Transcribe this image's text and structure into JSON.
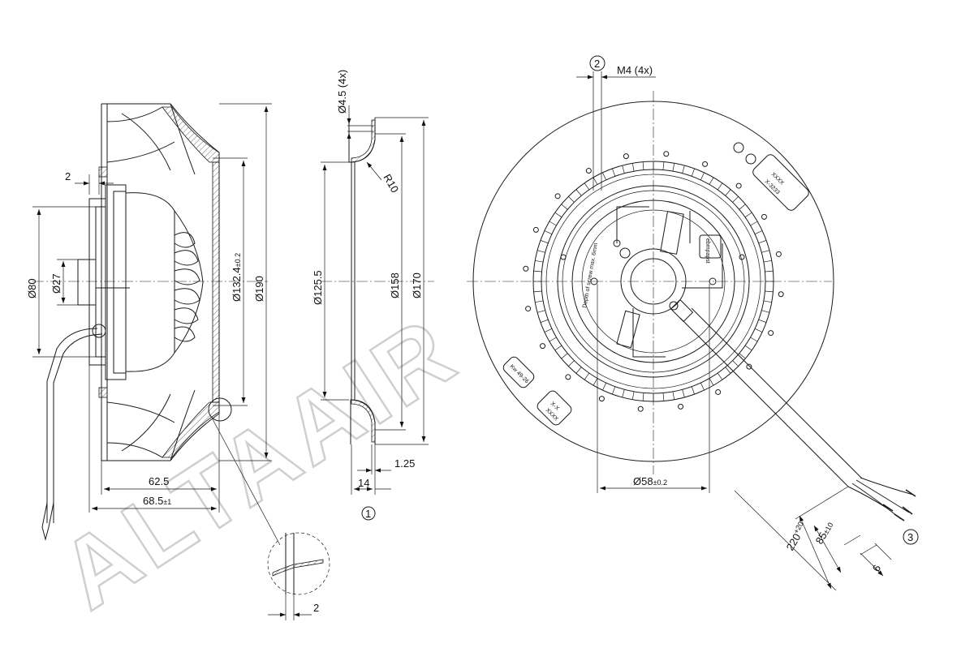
{
  "watermark": "ALTAAIR",
  "side_view": {
    "dim_flange_thickness": "2",
    "dim_shaft_dia": "Ø80",
    "dim_hub_dia": "Ø27",
    "dim_motor_dia": "Ø132.4",
    "dim_motor_dia_tol": "±0.2",
    "dim_overall_dia": "Ø190",
    "dim_length_1": "62.5",
    "dim_length_2": "68.5",
    "dim_length_2_tol": "±1"
  },
  "detail_view": {
    "dim_wall": "2"
  },
  "section_view": {
    "dim_holes": "Ø4.5 (4x)",
    "dim_radius": "R10",
    "dim_inner_dia": "Ø125.5",
    "dim_mid_dia": "Ø158",
    "dim_outer_dia": "Ø170",
    "dim_offset": "1.25",
    "dim_width": "14",
    "callout": "1"
  },
  "front_view": {
    "callout_2": "2",
    "thread_label": "M4 (4x)",
    "dim_bore": "Ø58",
    "dim_bore_tol": "±0.2",
    "dim_cable_len": "220",
    "dim_cable_len_tol": "+20",
    "dim_strip_len": "85",
    "dim_strip_len_tol": "±10",
    "dim_wire_end": "6",
    "callout_3": "3",
    "label_screw": "Depth of screw max. 6mm",
    "label_x1": "XXXX",
    "label_x2": "X-X",
    "label_x3": "XXXX",
    "label_x4": "X-3233",
    "label_date": "Kw 49-26",
    "label_plate": "ebmpapst"
  }
}
